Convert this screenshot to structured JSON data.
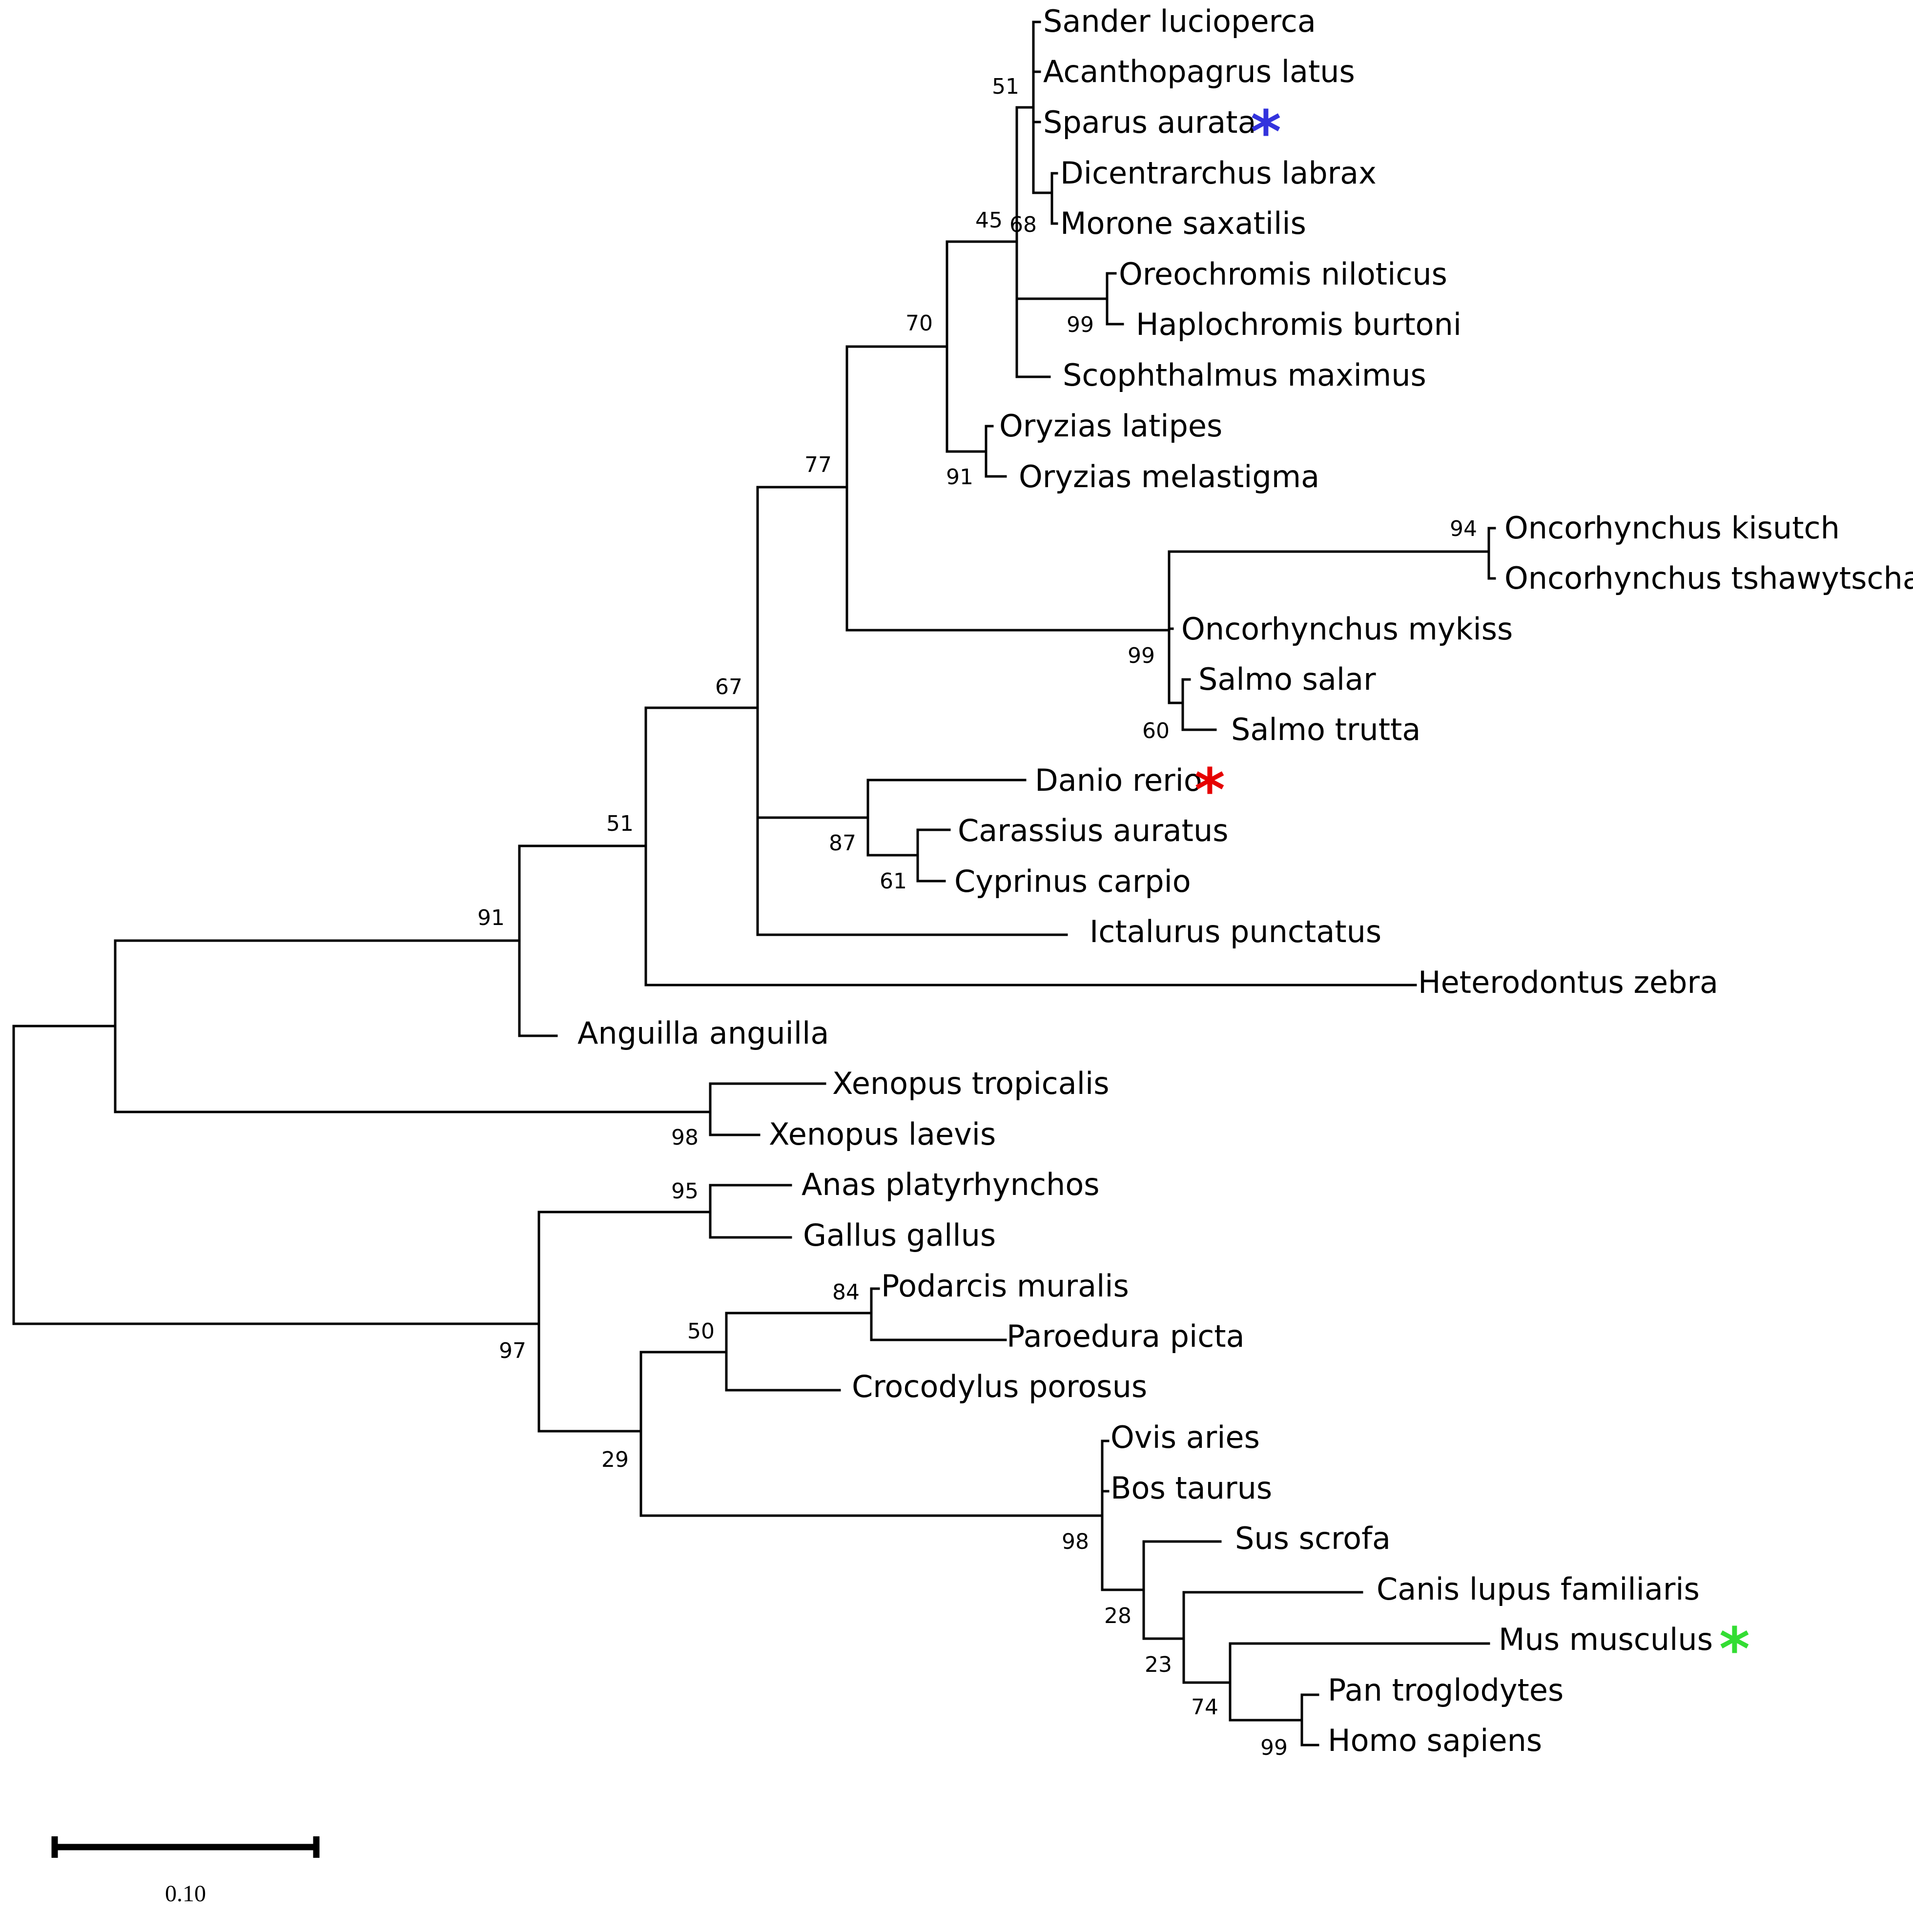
{
  "tree": {
    "taxa": [
      "Sander lucioperca",
      "Acanthopagrus latus",
      "Sparus aurata",
      "Dicentrarchus labrax",
      "Morone saxatilis",
      "Oreochromis niloticus",
      "Haplochromis burtoni",
      "Scophthalmus maximus",
      "Oryzias latipes",
      "Oryzias melastigma",
      "Oncorhynchus kisutch",
      "Oncorhynchus tshawytscha",
      "Oncorhynchus mykiss",
      "Salmo salar",
      "Salmo trutta",
      "Danio rerio",
      "Carassius auratus",
      "Cyprinus carpio",
      "Ictalurus punctatus",
      "Heterodontus zebra",
      "Anguilla anguilla",
      "Xenopus tropicalis",
      "Xenopus laevis",
      "Anas platyrhynchos",
      "Gallus gallus",
      "Podarcis muralis",
      "Paroedura picta",
      "Crocodylus porosus",
      "Ovis aries",
      "Bos taurus",
      "Sus scrofa",
      "Canis lupus familiaris",
      "Mus musculus",
      "Pan troglodytes",
      "Homo sapiens"
    ],
    "bootstrap": {
      "perciform_clade": "51",
      "percomorph_core": "45",
      "morone_dicentrarchus": "68",
      "cichlids": "99",
      "percomorph_oryzias": "70",
      "oryzias": "91",
      "neoteleostei": "77",
      "oncorhynchus_pair": "94",
      "salmonids": "99",
      "salmo": "60",
      "teleost_core": "67",
      "cyprinids": "87",
      "carassius_cyprinus": "61",
      "fish_shark": "51",
      "fish_anguilla": "91",
      "xenopus": "98",
      "birds": "95",
      "squamates": "84",
      "reptiles": "50",
      "amniotes": "97",
      "reptiles_mammals": "29",
      "mammals": "98",
      "sus_group": "28",
      "canis_group": "23",
      "primates_mus": "74",
      "primates": "99"
    },
    "markers": {
      "sparus_aurata": {
        "symbol": "*",
        "color": "#3333dd"
      },
      "danio_rerio": {
        "symbol": "*",
        "color": "#e60000"
      },
      "mus_musculus": {
        "symbol": "*",
        "color": "#33dd33"
      }
    },
    "scale": {
      "label": "0.10"
    }
  }
}
